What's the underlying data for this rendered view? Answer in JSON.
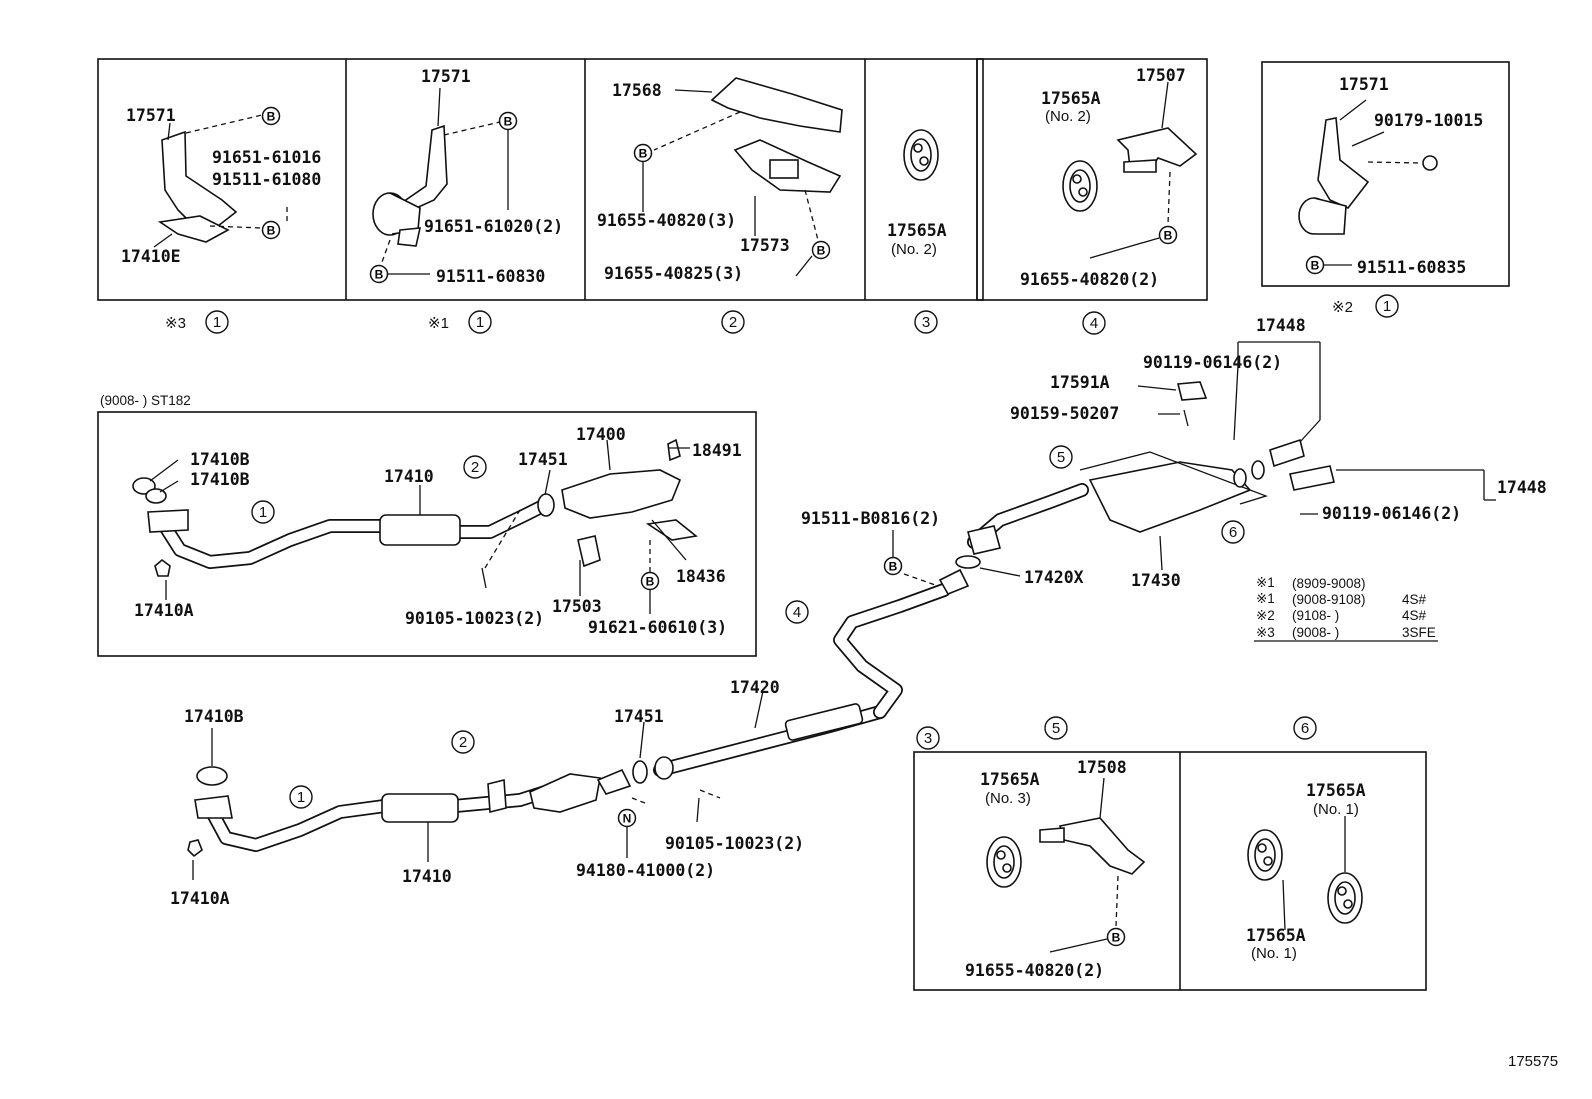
{
  "diagram_id": "175575",
  "header_note": "(9008-    ) ST182",
  "circled": {
    "n1": "1",
    "n2": "2",
    "n3": "3",
    "n4": "4",
    "n5": "5",
    "n6": "6",
    "b": "B",
    "n": "N"
  },
  "panels": {
    "p1": {
      "caption_mark": "※3",
      "caption_num": "1",
      "labels": [
        "17571",
        "91651-61016",
        "91511-61080",
        "17410E"
      ]
    },
    "p2": {
      "caption_mark": "※1",
      "caption_num": "1",
      "labels": [
        "17571",
        "91651-61020(2)",
        "91511-60830"
      ]
    },
    "p3": {
      "caption_num": "2",
      "labels": [
        "17568",
        "91655-40820(3)",
        "17573",
        "91655-40825(3)"
      ]
    },
    "p4": {
      "caption_num": "3",
      "labels": [
        "17565A",
        "(No. 2)"
      ]
    },
    "p5": {
      "caption_num": "4",
      "labels": [
        "17565A",
        "(No. 2)",
        "17507",
        "91655-40820(2)"
      ]
    },
    "p6": {
      "caption_mark": "※2",
      "caption_num": "1",
      "labels": [
        "17571",
        "90179-10015",
        "91511-60835"
      ]
    },
    "p7": {
      "labels": [
        "17565A",
        "(No. 3)",
        "17508",
        "91655-40820(2)"
      ]
    },
    "p8": {
      "labels": [
        "17565A",
        "(No. 1)",
        "17565A",
        "(No. 1)"
      ]
    }
  },
  "upper_assembly": {
    "labels": [
      "17410B",
      "17410B",
      "17410",
      "17451",
      "17400",
      "18491",
      "17410A",
      "17503",
      "18436",
      "90105-10023(2)",
      "91621-60610(3)"
    ]
  },
  "lower_assembly": {
    "labels": [
      "17410B",
      "17410",
      "17410A",
      "17451",
      "17420",
      "94180-41000(2)",
      "90105-10023(2)"
    ]
  },
  "rear_assembly": {
    "labels": [
      "17448",
      "90119-06146(2)",
      "17591A",
      "90159-50207",
      "91511-B0816(2)",
      "17420X",
      "17430",
      "17448",
      "90119-06146(2)"
    ]
  },
  "legend": [
    {
      "mark": "※1",
      "range": "(8909-9008)",
      "note": ""
    },
    {
      "mark": "※1",
      "range": "(9008-9108)",
      "note": "4S#"
    },
    {
      "mark": "※2",
      "range": "(9108-      )",
      "note": "4S#"
    },
    {
      "mark": "※3",
      "range": "(9008-      )",
      "note": "3SFE"
    }
  ]
}
